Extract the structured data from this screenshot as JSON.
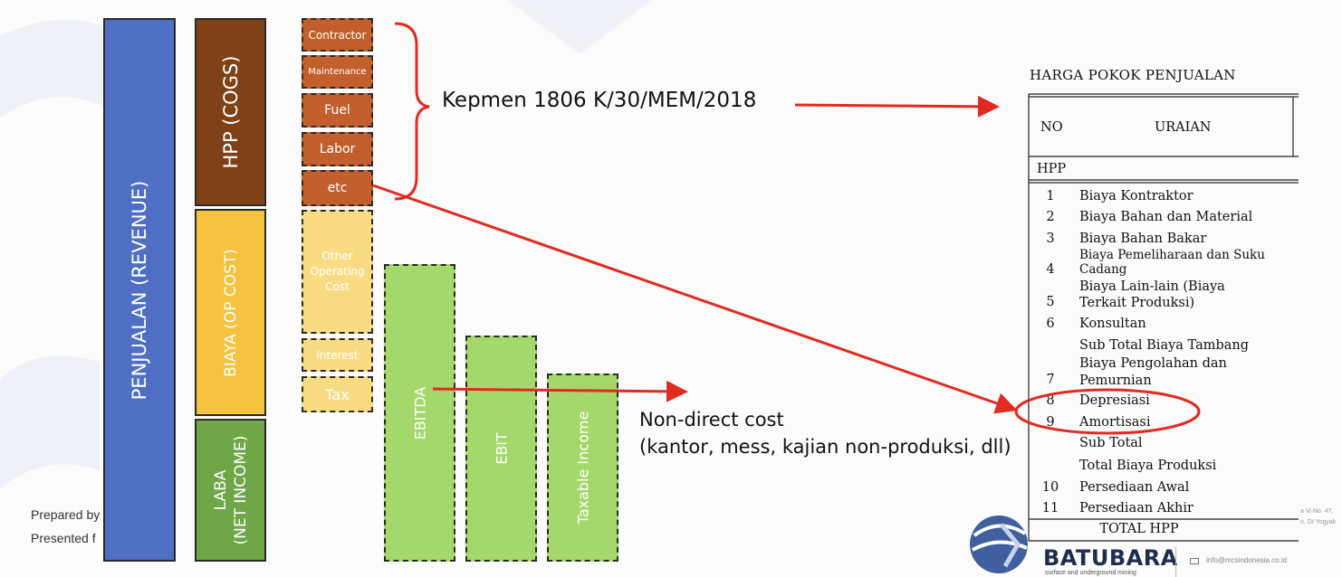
{
  "colors": {
    "revenue": "#4f6fc4",
    "cogs": "#7f4216",
    "opcost": "#f5c33f",
    "netincome": "#6fa648",
    "cogs_item": "#c25f2c",
    "op_item": "#f8dc84",
    "profit": "#a5d86a",
    "arrow": "#e02b20"
  },
  "main_bars": {
    "revenue": "PENJUALAN (REVENUE)",
    "cogs": "HPP (COGS)",
    "opcost": "BIAYA (OP COST)",
    "netincome_line1": "LABA",
    "netincome_line2": "(NET INCOME)"
  },
  "cost_items": {
    "contractor": "Contractor",
    "maintenance": "Maintenance",
    "fuel": "Fuel",
    "labor": "Labor",
    "etc": "etc",
    "other_line1": "Other",
    "other_line2": "Operating",
    "other_line3": "Cost",
    "interest": "Interest",
    "tax": "Tax"
  },
  "profit_bars": {
    "ebitda": "EBITDA",
    "ebit": "EBIT",
    "taxable": "Taxable Income"
  },
  "annotations": {
    "kepmen": "Kepmen 1806 K/30/MEM/2018",
    "nondirect_line1": "Non-direct cost",
    "nondirect_line2": "(kantor, mess, kajian non-produksi, dll)"
  },
  "footer": {
    "prepared": "Prepared by",
    "presented": "Presented f",
    "logo_text": "BATUBARA",
    "logo_sub": "surface and underground mining",
    "email": "info@mcsindonesia.co.id",
    "address_line1": "a Vi No. 47,",
    "address_line2": "n, DI Yogyak"
  },
  "hpp_table": {
    "title": "HARGA POKOK PENJUALAN",
    "header_no": "NO",
    "header_uraian": "URAIAN",
    "section": "HPP",
    "rows": [
      {
        "no": "1",
        "line1": "Biaya Kontraktor",
        "line2": ""
      },
      {
        "no": "2",
        "line1": "Biaya Bahan dan Material",
        "line2": ""
      },
      {
        "no": "3",
        "line1": "Biaya Bahan Bakar",
        "line2": ""
      },
      {
        "no": "4",
        "line1": "Biaya Pemeliharaan dan Suku",
        "line2": "Cadang"
      },
      {
        "no": "5",
        "line1": "Biaya Lain-lain (Biaya",
        "line2": "Terkait Produksi)"
      },
      {
        "no": "6",
        "line1": "Konsultan",
        "line2": ""
      },
      {
        "no": "",
        "line1": "Sub Total Biaya Tambang",
        "line2": ""
      },
      {
        "no": "7",
        "line1": "Biaya Pengolahan dan",
        "line2": "Pemurnian"
      },
      {
        "no": "8",
        "line1": "Depresiasi",
        "line2": ""
      },
      {
        "no": "9",
        "line1": "Amortisasi",
        "line2": ""
      },
      {
        "no": "",
        "line1": "Sub Total",
        "line2": ""
      },
      {
        "no": "",
        "line1": "Total Biaya Produksi",
        "line2": ""
      },
      {
        "no": "10",
        "line1": "Persediaan Awal",
        "line2": ""
      },
      {
        "no": "11",
        "line1": "Persediaan Akhir",
        "line2": ""
      }
    ],
    "total": "TOTAL HPP"
  }
}
